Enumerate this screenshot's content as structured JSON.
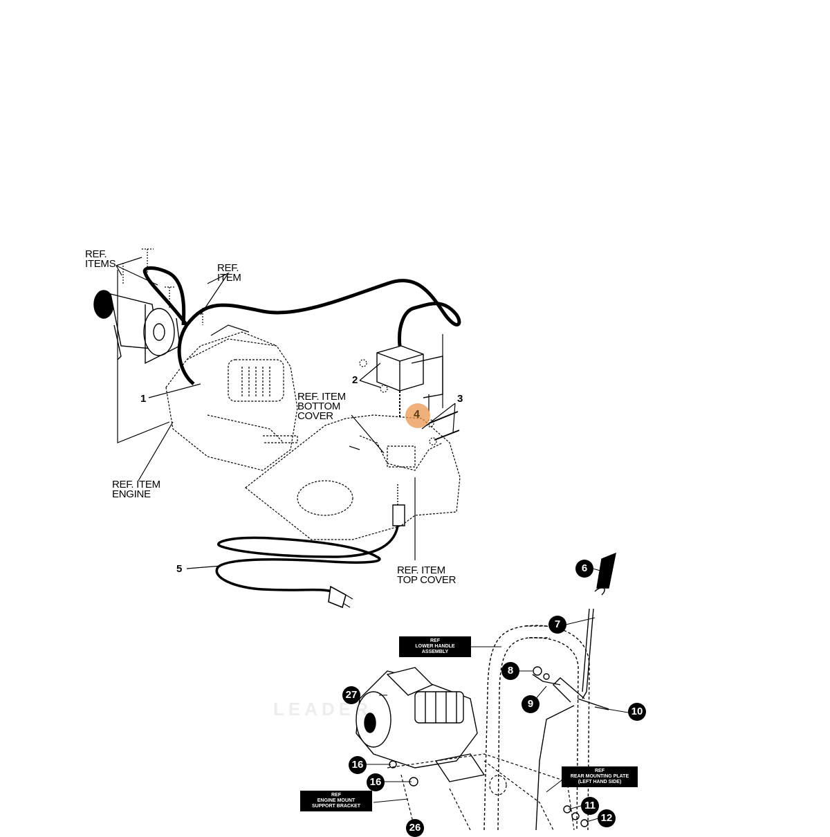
{
  "labels": {
    "ref_items": [
      "REF.",
      "ITEMS"
    ],
    "ref_item_top": [
      "REF.",
      "ITEM"
    ],
    "ref_item_bottom_cover": [
      "REF. ITEM",
      "BOTTOM",
      "COVER"
    ],
    "ref_item_engine": [
      "REF. ITEM",
      "ENGINE"
    ],
    "ref_item_top_cover": [
      "REF. ITEM",
      "TOP COVER"
    ]
  },
  "part_numbers": {
    "p1": "1",
    "p2": "2",
    "p3": "3",
    "p4": "4",
    "p5": "5"
  },
  "callouts": {
    "c6": "6",
    "c7": "7",
    "c8": "8",
    "c9": "9",
    "c10": "10",
    "c11": "11",
    "c12": "12",
    "c16a": "16",
    "c16b": "16",
    "c27": "27",
    "c26": "26"
  },
  "boxes": {
    "lower_handle": [
      "REF",
      "LOWER HANDLE",
      "ASSEMBLY"
    ],
    "rear_mounting": [
      "REF",
      "REAR MOUNTING PLATE",
      "(LEFT HAND SIDE)"
    ],
    "engine_mount": [
      "REF",
      "ENGINE MOUNT",
      "SUPPORT BRACKET"
    ]
  },
  "watermark": "LEADER",
  "highlight_color": "#e99650"
}
